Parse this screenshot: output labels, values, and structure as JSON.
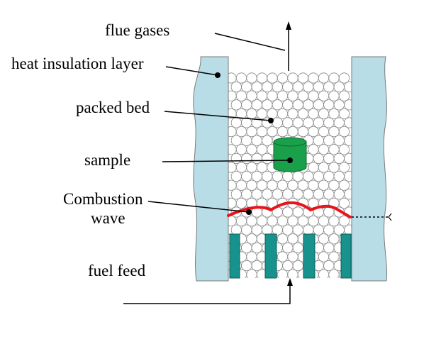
{
  "labels": {
    "flue_gases": "flue gases",
    "heat_insulation_layer": "heat insulation layer",
    "packed_bed": "packed bed",
    "sample": "sample",
    "combustion_wave_line1": "Combustion",
    "combustion_wave_line2": "wave",
    "fuel_feed": "fuel feed"
  },
  "colors": {
    "insulation": "#b8dde6",
    "sample": "#1aa04a",
    "fuel_nozzle": "#17928c",
    "combustion_wave": "#e8141c",
    "particle_stroke": "#8a8a8a",
    "line": "#000000"
  }
}
